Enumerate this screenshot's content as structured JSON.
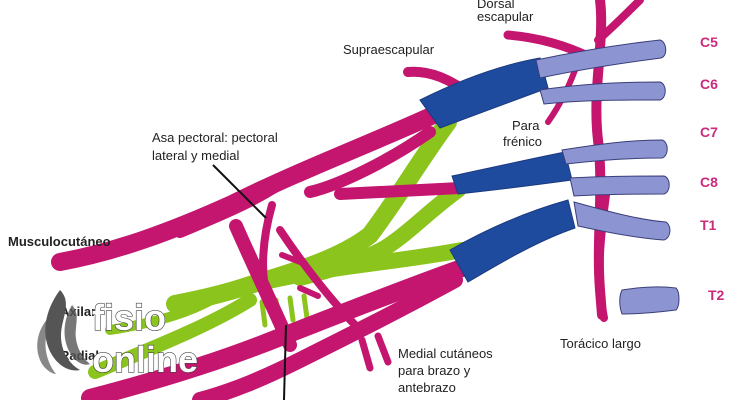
{
  "colors": {
    "nerve": "#c4156f",
    "cord": "#8bc41c",
    "trunk": "#1f4b9e",
    "vertebra": "#8c95d2",
    "vertebra_outline": "#3a3f7a",
    "root_label": "#cc2a7a",
    "text": "#222222",
    "logo": "#555555"
  },
  "labels": {
    "dorsal": "Dorsal",
    "escapular": "escapular",
    "supraescapular": "Supraescapular",
    "asa_line1": "Asa pectoral: pectoral",
    "asa_line2": "lateral y medial",
    "para": "Para",
    "frenico": "frénico",
    "musculocutaneo": "Musculocutáneo",
    "axilar": "Axilar",
    "radial": "Radial",
    "medial_line1": "Medial cutáneos",
    "medial_line2": "para brazo y",
    "medial_line3": "antebrazo",
    "toracico": "Torácico largo"
  },
  "roots": [
    "C5",
    "C6",
    "C7",
    "C8",
    "T1",
    "T2"
  ],
  "logo": {
    "line1": "fisio",
    "line2": "online",
    "icon": "flame-swirl-icon"
  }
}
